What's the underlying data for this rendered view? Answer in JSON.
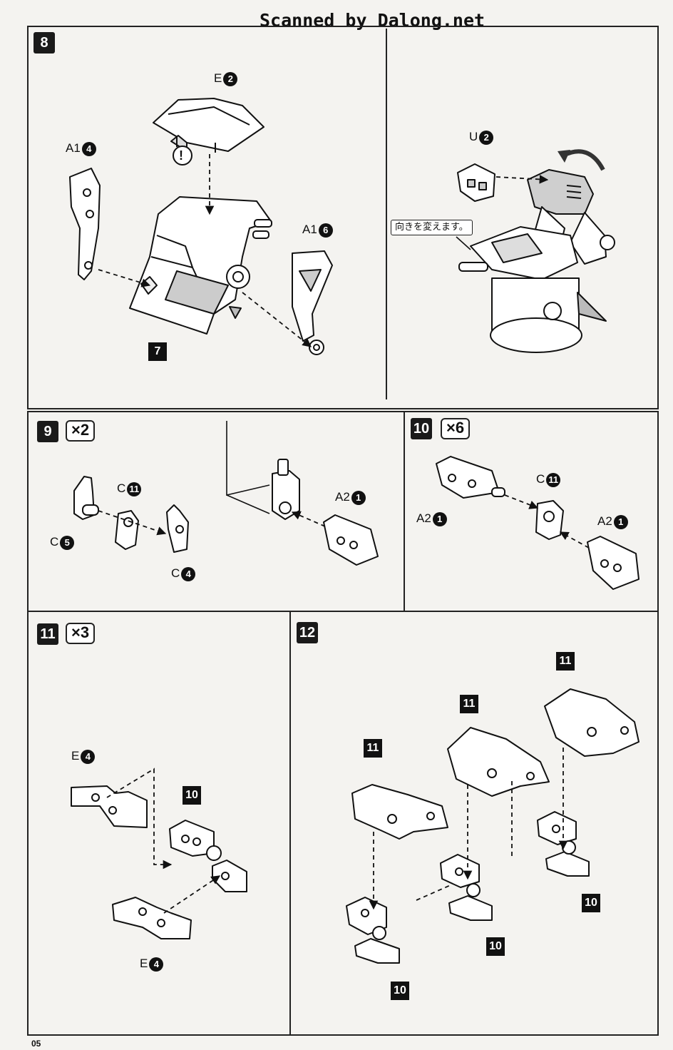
{
  "watermark": "Scanned by Dalong.net",
  "page_number": "05",
  "steps": {
    "s8": {
      "badge": "8",
      "labels": {
        "e": {
          "letter": "E",
          "num": "2"
        },
        "a1_4": {
          "letter": "A1",
          "num": "4"
        },
        "a1_6": {
          "letter": "A1",
          "num": "6"
        },
        "u": {
          "letter": "U",
          "num": "2"
        }
      },
      "subassembly": "7",
      "callout": "向きを変えます。",
      "caution": "!"
    },
    "s9": {
      "badge": "9",
      "multiplier": "×2",
      "labels": {
        "c11": {
          "letter": "C",
          "num": "11"
        },
        "c5": {
          "letter": "C",
          "num": "5"
        },
        "c4": {
          "letter": "C",
          "num": "4"
        },
        "a2": {
          "letter": "A2",
          "num": "1"
        }
      }
    },
    "s10": {
      "badge": "10",
      "multiplier": "×6",
      "labels": {
        "c11": {
          "letter": "C",
          "num": "11"
        },
        "a2_left": {
          "letter": "A2",
          "num": "1"
        },
        "a2_right": {
          "letter": "A2",
          "num": "1"
        }
      }
    },
    "s11": {
      "badge": "11",
      "multiplier": "×3",
      "labels": {
        "e4_top": {
          "letter": "E",
          "num": "4"
        },
        "e4_bottom": {
          "letter": "E",
          "num": "4"
        }
      },
      "subassembly": "10"
    },
    "s12": {
      "badge": "12",
      "tags_11": [
        "11",
        "11",
        "11"
      ],
      "tags_10": [
        "10",
        "10",
        "10"
      ]
    }
  },
  "colors": {
    "ink": "#111111",
    "paper": "#f4f3f0",
    "line": "#222222",
    "shade": "#555555"
  },
  "icons": [
    "caution-icon",
    "rotate-arrow-icon"
  ]
}
